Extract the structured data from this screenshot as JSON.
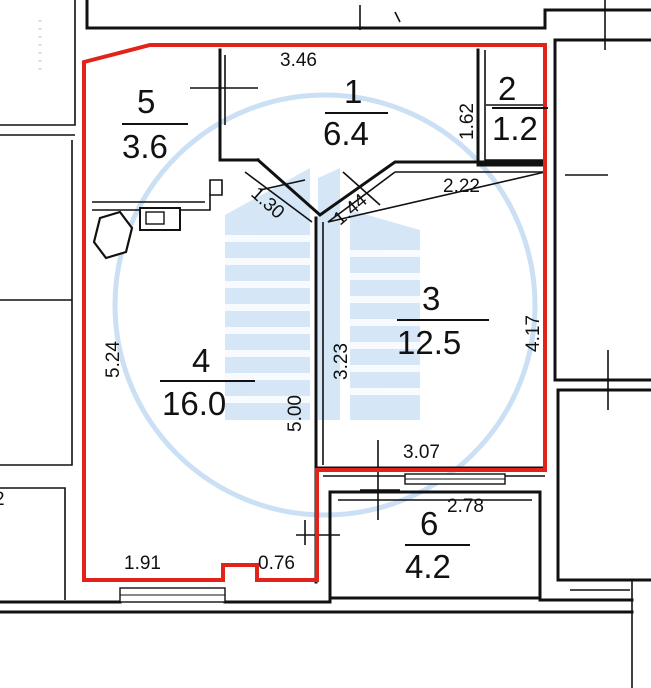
{
  "rooms": [
    {
      "id": "1",
      "number": "1",
      "area": "6.4"
    },
    {
      "id": "2",
      "number": "2",
      "area": "1.2"
    },
    {
      "id": "3",
      "number": "3",
      "area": "12.5"
    },
    {
      "id": "4",
      "number": "4",
      "area": "16.0"
    },
    {
      "id": "5",
      "number": "5",
      "area": "3.6"
    },
    {
      "id": "6",
      "number": "6",
      "area": "4.2"
    }
  ],
  "dimensions": {
    "top_width": "3.46",
    "bath_depth": "1.62",
    "corridor_width": "2.22",
    "room3_right": "4.17",
    "room3_left": "3.23",
    "room3_bottom": "3.07",
    "room4_left": "5.24",
    "room4_right": "5.00",
    "room4_bottom": "1.91",
    "door_opening": "0.76",
    "diag_left": "1.30",
    "diag_right": "1.44",
    "balcony_width": "2.78"
  },
  "colors": {
    "outline": "#e2231a",
    "watermark": "#b9d6f0",
    "walls": "#111111"
  }
}
